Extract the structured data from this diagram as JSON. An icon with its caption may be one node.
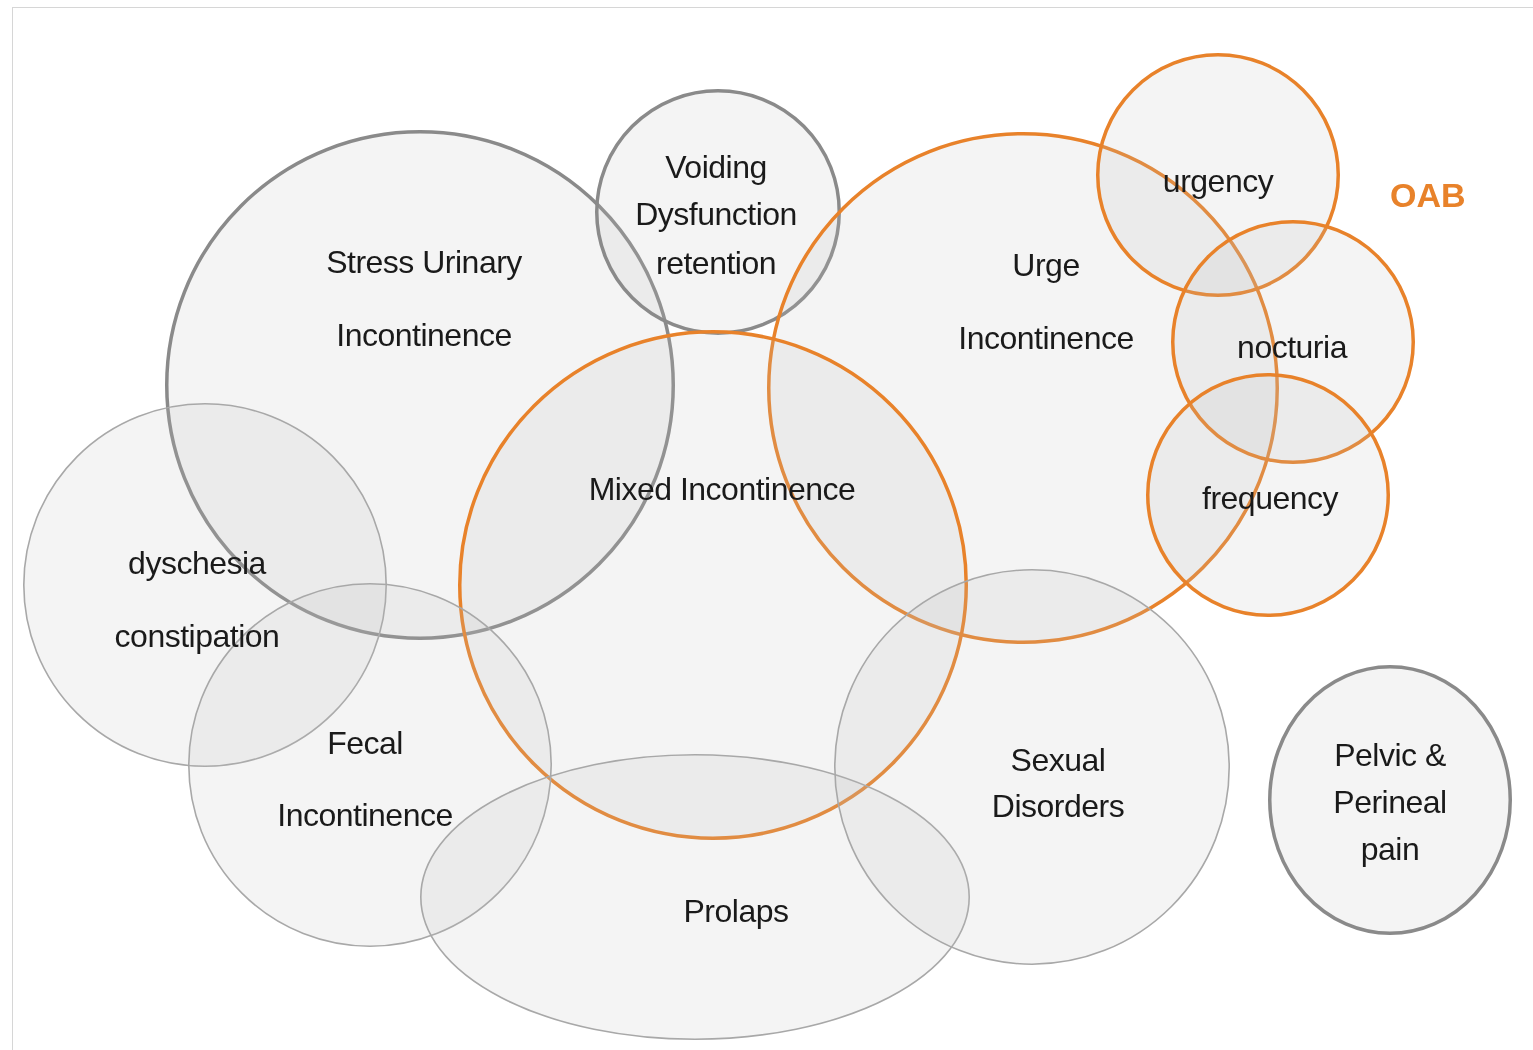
{
  "diagram": {
    "nodes": [
      {
        "text": [
          "Stress Urinary Incontinence"
        ]
      },
      {
        "text": [
          "Voiding Dysfunction",
          "retention"
        ]
      },
      {
        "text": [
          "Urge Incontinence"
        ]
      },
      {
        "text": [
          "urgency"
        ]
      },
      {
        "text": [
          "nocturia"
        ]
      },
      {
        "text": [
          "frequency"
        ]
      },
      {
        "text": [
          "Mixed Incontinence"
        ]
      },
      {
        "text": [
          "dyschesia",
          "constipation"
        ]
      },
      {
        "text": [
          "Fecal Incontinence"
        ]
      },
      {
        "text": [
          "Prolaps"
        ]
      },
      {
        "text": [
          "Sexual Disorders"
        ]
      },
      {
        "text": [
          "Pelvic & Perineal pain"
        ]
      }
    ],
    "edges": [],
    "labels": [
      "OAB"
    ]
  }
}
